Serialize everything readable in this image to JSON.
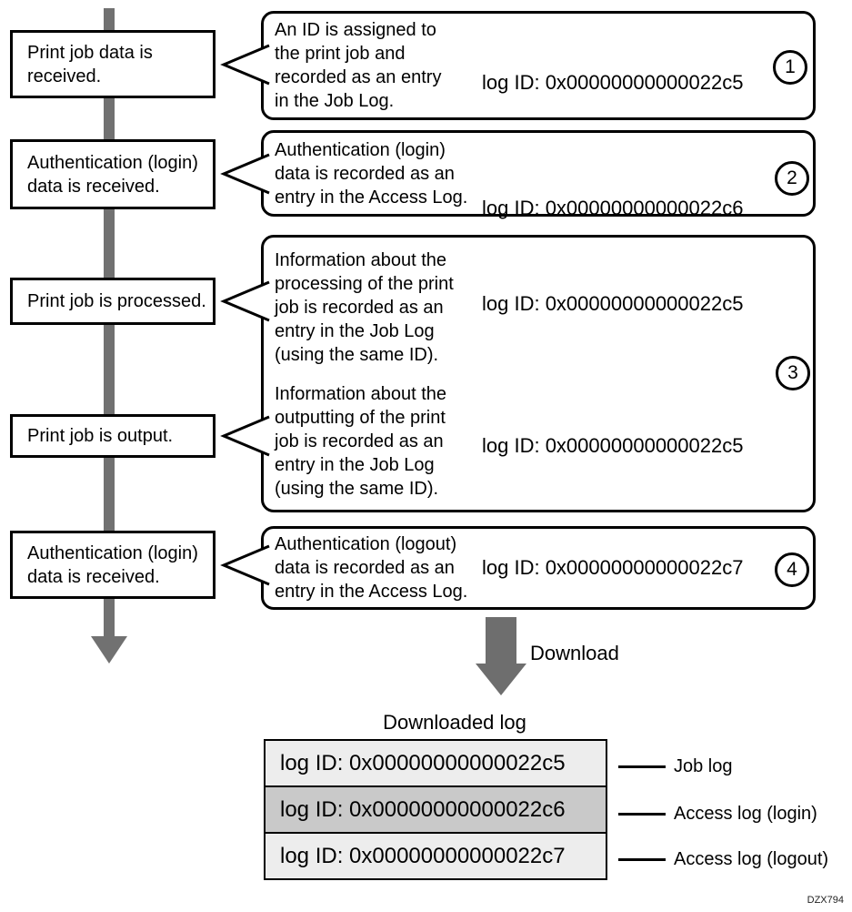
{
  "steps": [
    {
      "text": "Print job data is\nreceived."
    },
    {
      "text": "Authentication (login)\ndata is received."
    },
    {
      "text": "Print job is processed."
    },
    {
      "text": "Print job is output."
    },
    {
      "text": "Authentication (login)\ndata is received."
    }
  ],
  "callouts": [
    {
      "number": "1",
      "text": "An ID is assigned to\nthe print job and\nrecorded as an entry\nin the Job Log.",
      "log_id": "log ID: 0x00000000000022c5"
    },
    {
      "number": "2",
      "text": "Authentication (login)\ndata is recorded as an\nentry in the Access Log.",
      "log_id": "log ID: 0x00000000000022c6"
    },
    {
      "number": "3",
      "paragraphs": [
        "Information about the\nprocessing of the print\njob is recorded as an\nentry in the Job Log\n(using the same ID).",
        "Information about the\noutputting of the print\njob is recorded as an\nentry in the Job Log\n(using the same ID)."
      ],
      "log_ids": [
        "log ID: 0x00000000000022c5",
        "log ID: 0x00000000000022c5"
      ]
    },
    {
      "number": "4",
      "text": "Authentication (logout)\ndata is recorded as an\nentry in the Access Log.",
      "log_id": "log ID: 0x00000000000022c7"
    }
  ],
  "download": {
    "label": "Download"
  },
  "downloaded_log": {
    "title": "Downloaded log",
    "rows": [
      {
        "log_id": "log ID: 0x00000000000022c5",
        "label": "Job log"
      },
      {
        "log_id": "log ID: 0x00000000000022c6",
        "label": "Access log (login)"
      },
      {
        "log_id": "log ID: 0x00000000000022c7",
        "label": "Access log (logout)"
      }
    ]
  },
  "figure_code": "DZX794",
  "colors": {
    "flow_arrow_gray": "#717171",
    "download_arrow_gray": "#6e6e6e",
    "row_light": "#ededed",
    "row_dark": "#c9c9c9",
    "border_black": "#000000"
  }
}
